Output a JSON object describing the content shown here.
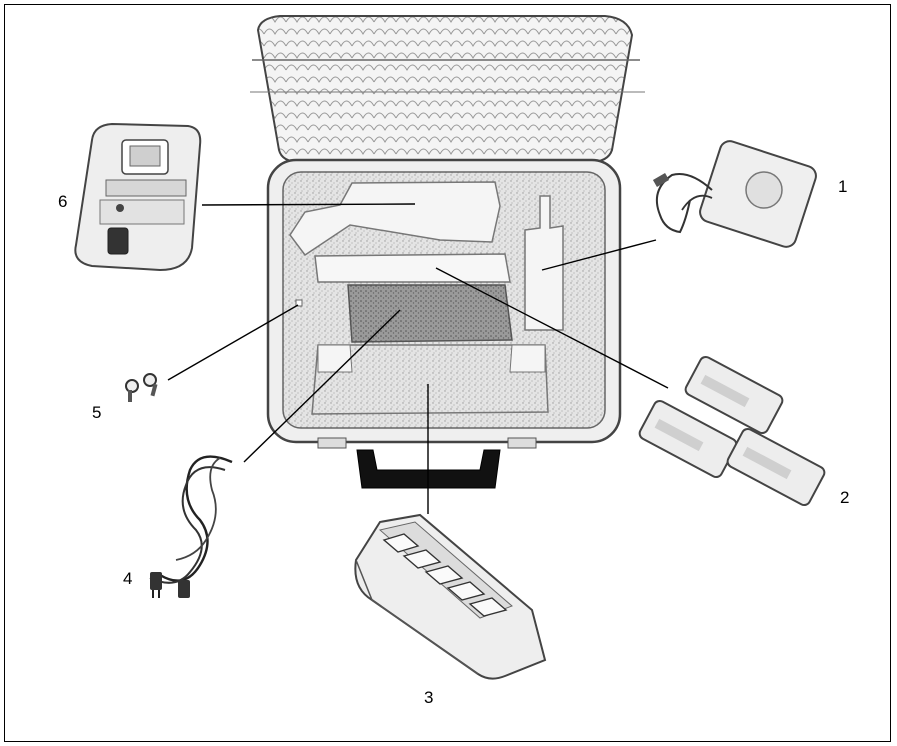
{
  "callouts": {
    "c1": "1",
    "c2": "2",
    "c3": "3",
    "c4": "4",
    "c5": "5",
    "c6": "6"
  },
  "colors": {
    "line": "#000000",
    "foam": "#d9d9d9",
    "sketch": "#555555"
  }
}
